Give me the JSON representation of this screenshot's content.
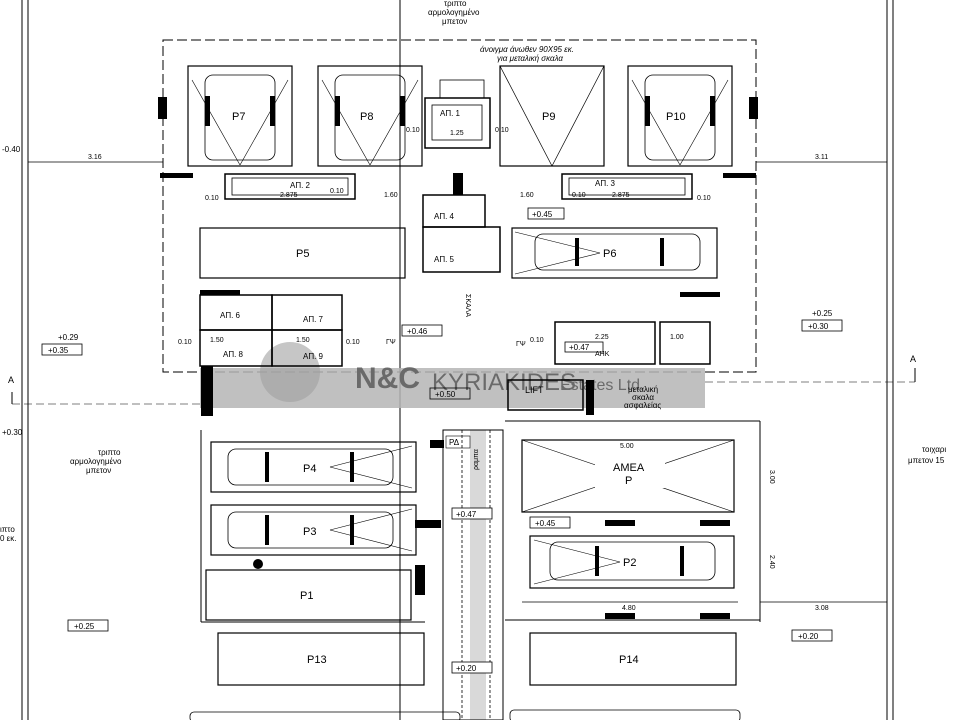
{
  "notes": {
    "top_fence_line1": "τριπτο",
    "top_fence_line2": "αρμολογημένο",
    "top_fence_line3": "μπετον",
    "roof_opening_line1": "άνοιγμα άνωθεν 90X95 εκ.",
    "roof_opening_line2": "για μεταλική σκαλα",
    "left_fence_line1": "τριπτο",
    "left_fence_line2": "αρμολογημένο",
    "left_fence_line3": "μπετον",
    "left_cut_line1": "ιπτο",
    "left_cut_line2": "0 εκ.",
    "right_wall_line1": "τοιχαρι",
    "right_wall_line2": "μπετον 15",
    "metal_stair_line1": "μεταλική",
    "metal_stair_line2": "σκαλα",
    "metal_stair_line3": "ασφαλείας",
    "ramp_text": "ραμπα",
    "stair_text": "ΣΚΑΛΑ"
  },
  "watermark": {
    "brand": "N&C",
    "company": "KYRIAKIDES",
    "suffix": "Estates Ltd."
  },
  "parking_spaces": {
    "p1": "P1",
    "p2": "P2",
    "p3": "P3",
    "p4": "P4",
    "p5": "P5",
    "p6": "P6",
    "p7": "P7",
    "p8": "P8",
    "p9": "P9",
    "p10": "P10",
    "p13": "P13",
    "p14": "P14",
    "amea_line1": "ΑΜΕΑ",
    "amea_line2": "P"
  },
  "storage_rooms": {
    "ap1": "ΑΠ. 1",
    "ap2": "ΑΠ. 2",
    "ap3": "ΑΠ. 3",
    "ap4": "ΑΠ. 4",
    "ap5": "ΑΠ. 5",
    "ap6": "ΑΠ. 6",
    "ap7": "ΑΠ. 7",
    "ap8": "ΑΠ. 8",
    "ap9": "ΑΠ. 9"
  },
  "rooms": {
    "lift": "LIFT",
    "mech": "ΑΗΚ",
    "ramp_mid": "ΡΔ"
  },
  "levels": {
    "l_045_top": "+0.45",
    "l_046": "+0.46",
    "l_047_mid": "+0.47",
    "l_050": "+0.50",
    "l_045_amea": "+0.45",
    "l_025_right": "+0.25",
    "l_030_right": "+0.30",
    "l_029_left": "+0.29",
    "l_035_left": "+0.35",
    "l_040_left": "-0.40",
    "l_030_left": "+0.30",
    "l_025_bottom": "+0.25",
    "l_020_bottom": "+0.20",
    "l_047_ramp": "+0.47",
    "l_020_ramp": "+0.20",
    "l_047_ahk": "+0.47"
  },
  "dimensions": {
    "d_316": "3.16",
    "d_311": "3.11",
    "d_010": "0.10",
    "d_125": "1.25",
    "d_2875": "2.875",
    "d_160": "1.60",
    "d_150": "1.50",
    "d_225": "2.25",
    "d_100": "1.00",
    "d_500": "5.00",
    "d_480": "4.80",
    "d_308": "3.08",
    "d_300": "3.00",
    "d_240": "2.40"
  },
  "section_marks": {
    "left": "A",
    "right": "A"
  },
  "stamps": {
    "gp_left": "ΓΨ",
    "gp_right": "ΓΨ"
  }
}
